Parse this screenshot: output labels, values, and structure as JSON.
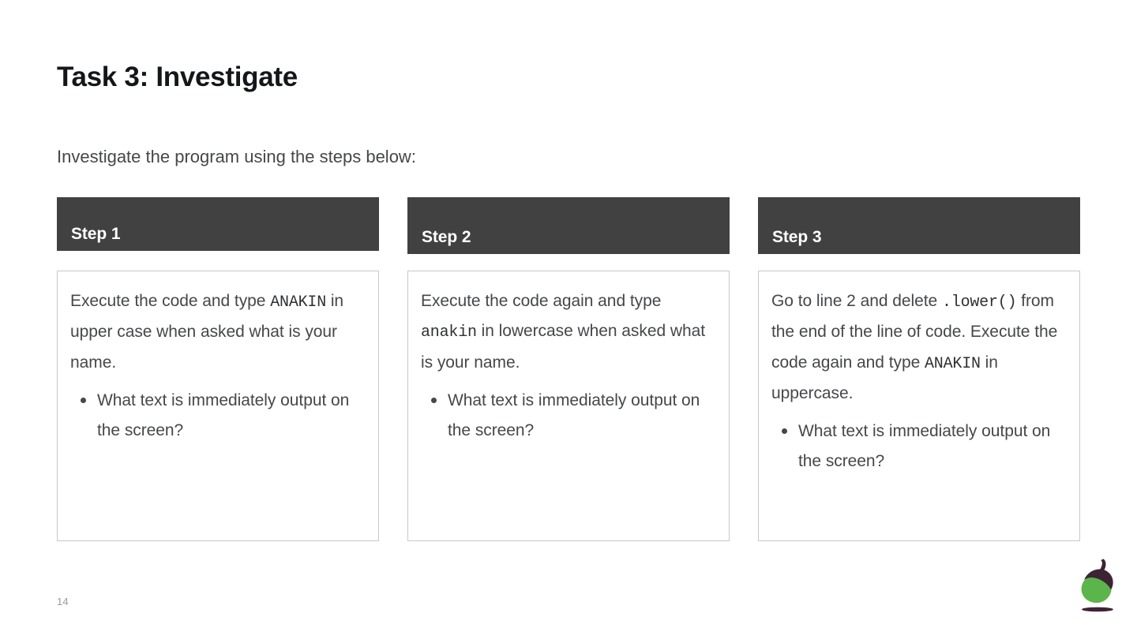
{
  "slide": {
    "title": "Task 3: Investigate",
    "subtitle": "Investigate the program using the steps below:",
    "page_number": "14",
    "background_color": "#ffffff",
    "header_bar_color": "#414141",
    "body_text_color": "#46474b",
    "card_border_color": "#c9c9c9"
  },
  "steps": [
    {
      "header": "Step 1",
      "body_parts": [
        {
          "text": "Execute the code and type ",
          "style": "normal"
        },
        {
          "text": "ANAKIN",
          "style": "mono"
        },
        {
          "text": " in upper case when asked what is your name.",
          "style": "normal"
        }
      ],
      "bullets": [
        "What text is immediately output on the screen?"
      ]
    },
    {
      "header": "Step 2",
      "body_parts": [
        {
          "text": "Execute the code again and type ",
          "style": "normal"
        },
        {
          "text": "anakin",
          "style": "mono"
        },
        {
          "text": " in lowercase when asked what is your name.",
          "style": "normal"
        }
      ],
      "bullets": [
        "What text is immediately output on the screen?"
      ]
    },
    {
      "header": "Step 3",
      "body_parts": [
        {
          "text": "Go to line 2 and delete ",
          "style": "normal"
        },
        {
          "text": ".lower()",
          "style": "mono"
        },
        {
          "text": " from the end of the line of code. Execute the code again and type ",
          "style": "normal"
        },
        {
          "text": "ANAKIN",
          "style": "mono"
        },
        {
          "text": " in uppercase.",
          "style": "normal"
        }
      ],
      "bullets": [
        "What text is immediately output on the screen?"
      ]
    }
  ],
  "logo": {
    "name": "acorn-logo",
    "cap_color": "#3d2435",
    "body_color": "#5cb54b",
    "bar_color": "#3d2435"
  }
}
